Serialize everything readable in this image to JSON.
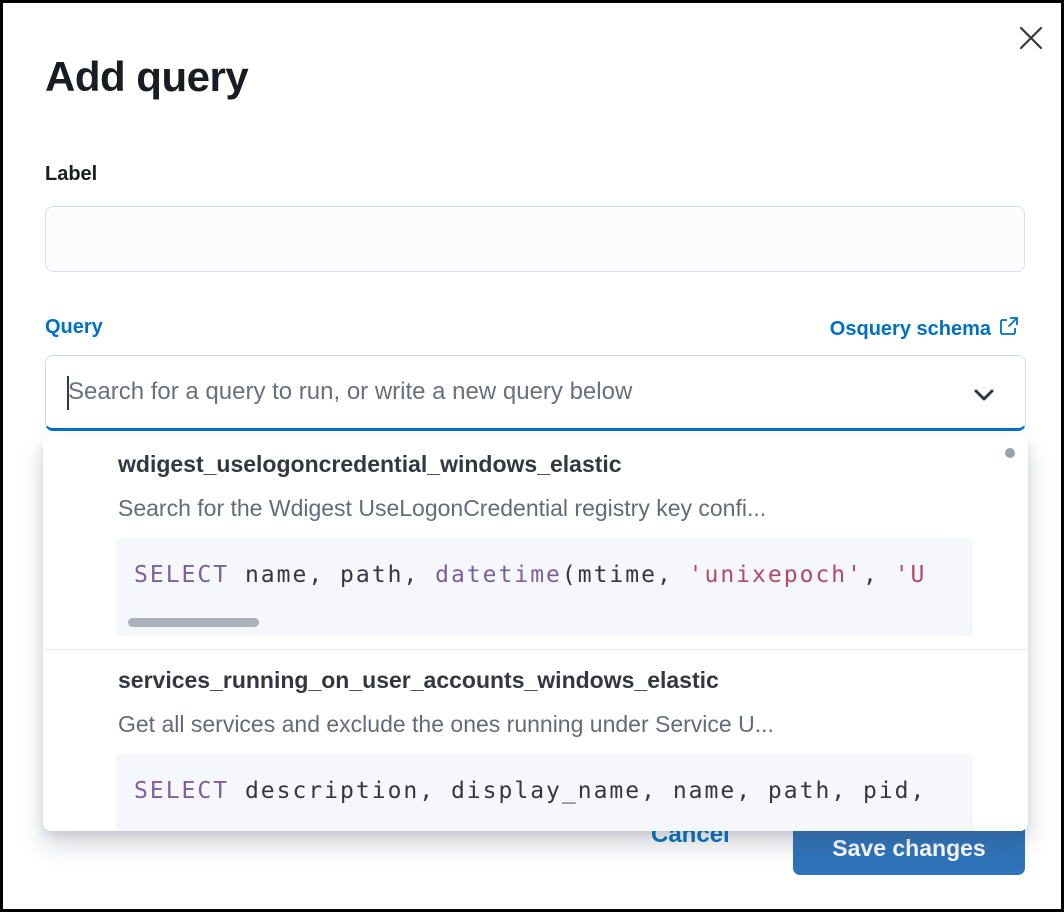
{
  "modal": {
    "title": "Add query",
    "label_field": {
      "label": "Label",
      "value": ""
    },
    "query_field": {
      "label": "Query",
      "schema_link_label": "Osquery schema",
      "combobox_placeholder": "Search for a query to run, or write a new query below"
    },
    "dropdown": {
      "options": [
        {
          "title": "wdigest_uselogoncredential_windows_elastic",
          "description": "Search for the Wdigest UseLogonCredential registry key confi...",
          "code": [
            {
              "t": "SELECT",
              "c": "kw"
            },
            {
              "t": " name, path, ",
              "c": "plain"
            },
            {
              "t": "datetime",
              "c": "kw"
            },
            {
              "t": "(mtime, ",
              "c": "plain"
            },
            {
              "t": "'unixepoch'",
              "c": "str"
            },
            {
              "t": ", ",
              "c": "plain"
            },
            {
              "t": "'U",
              "c": "str"
            }
          ]
        },
        {
          "title": "services_running_on_user_accounts_windows_elastic",
          "description": "Get all services and exclude the ones running under Service U...",
          "code": [
            {
              "t": "SELECT",
              "c": "kw"
            },
            {
              "t": " description, display_name, name, path, pid,",
              "c": "plain"
            }
          ]
        }
      ]
    },
    "footer": {
      "cancel_label": "Cancel",
      "save_label": "Save changes"
    },
    "colors": {
      "accent_blue": "#0071c2",
      "save_button_blue": "#2e73b9",
      "code_keyword_purple": "#7c609e",
      "code_string_red": "#b34a67",
      "code_background": "#f5f7fa",
      "text_dark": "#343741",
      "text_muted": "#69707d"
    }
  }
}
